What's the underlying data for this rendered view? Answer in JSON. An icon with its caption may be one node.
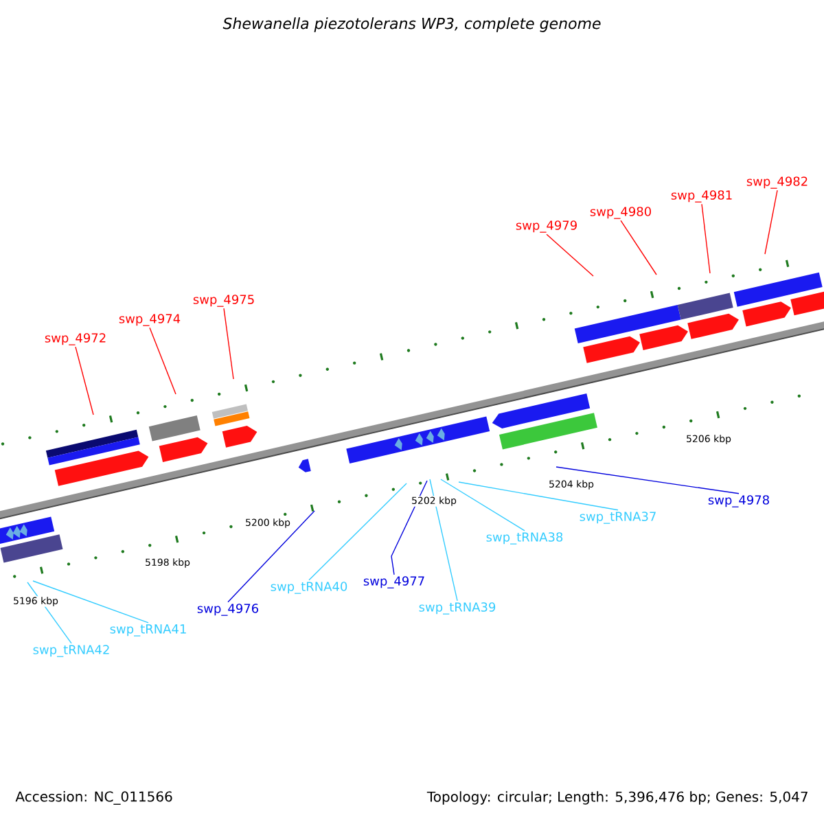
{
  "diagram": {
    "title": "Shewanella piezotolerans WP3, complete genome",
    "nodes": [
      {
        "text": [
          "swp_4972"
        ]
      },
      {
        "text": [
          "swp_4974"
        ]
      },
      {
        "text": [
          "swp_4975"
        ]
      },
      {
        "text": [
          "swp_4979"
        ]
      },
      {
        "text": [
          "swp_4980"
        ]
      },
      {
        "text": [
          "swp_4981"
        ]
      },
      {
        "text": [
          "swp_4982"
        ]
      },
      {
        "text": [
          "swp_tRNA42"
        ]
      },
      {
        "text": [
          "swp_tRNA41"
        ]
      },
      {
        "text": [
          "swp_4976"
        ]
      },
      {
        "text": [
          "swp_tRNA40"
        ]
      },
      {
        "text": [
          "swp_4977"
        ]
      },
      {
        "text": [
          "swp_tRNA39"
        ]
      },
      {
        "text": [
          "swp_tRNA38"
        ]
      },
      {
        "text": [
          "swp_tRNA37"
        ]
      },
      {
        "text": [
          "swp_4978"
        ]
      }
    ],
    "edges": [
      {
        "from": 0,
        "to": null,
        "arrow": "none"
      },
      {
        "from": 1,
        "to": null,
        "arrow": "none"
      },
      {
        "from": 2,
        "to": null,
        "arrow": "none"
      },
      {
        "from": 3,
        "to": null,
        "arrow": "none"
      },
      {
        "from": 4,
        "to": null,
        "arrow": "none"
      },
      {
        "from": 5,
        "to": null,
        "arrow": "none"
      },
      {
        "from": 6,
        "to": null,
        "arrow": "none"
      },
      {
        "from": 7,
        "to": null,
        "arrow": "none",
        "color": "#33ccff"
      },
      {
        "from": 8,
        "to": null,
        "arrow": "none",
        "color": "#33ccff"
      },
      {
        "from": 9,
        "to": null,
        "arrow": "none",
        "color": "#0000dd"
      },
      {
        "from": 10,
        "to": null,
        "arrow": "none",
        "color": "#33ccff"
      },
      {
        "from": 11,
        "to": null,
        "arrow": "none",
        "color": "#0000dd"
      },
      {
        "from": 12,
        "to": null,
        "arrow": "none",
        "color": "#33ccff"
      },
      {
        "from": 13,
        "to": null,
        "arrow": "none",
        "color": "#33ccff"
      },
      {
        "from": 14,
        "to": null,
        "arrow": "none",
        "color": "#33ccff"
      },
      {
        "from": 15,
        "to": null,
        "arrow": "none",
        "color": "#0000dd"
      }
    ],
    "labels": [
      "5196 kbp",
      "5198 kbp",
      "5200 kbp",
      "5202 kbp",
      "5204 kbp",
      "5206 kbp",
      "Accession: NC_011566",
      "Topology: circular; Length: 5,396,476 bp; Genes: 5,047"
    ]
  }
}
